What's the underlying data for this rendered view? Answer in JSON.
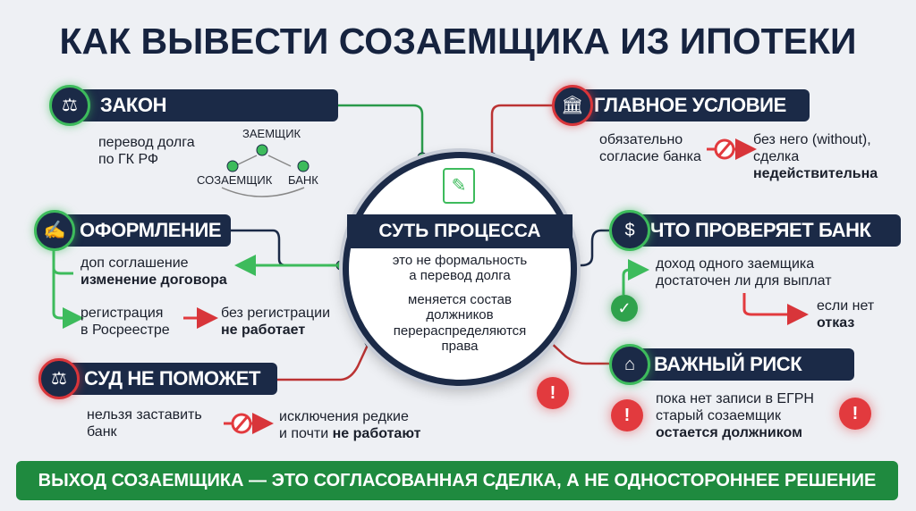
{
  "title": "КАК ВЫВЕСТИ СОЗАЕМЩИКА ИЗ ИПОТЕКИ",
  "colors": {
    "navy": "#1b2a47",
    "green": "#3dbb5c",
    "red": "#d8353a",
    "footer": "#1f8a3f"
  },
  "core": {
    "title": "СУТЬ ПРОЦЕССА",
    "icon": "document-sign-icon",
    "line1": "это не формальность",
    "line2": "а перевод долга",
    "line3": "меняется состав",
    "line4": "должников",
    "line5": "перераспределяются",
    "line6": "права"
  },
  "law": {
    "title": "ЗАКОН",
    "icon": "scales-icon",
    "text1": "перевод долга",
    "text2": "по ГК РФ",
    "node_top": "ЗАЕМЩИК",
    "node_left": "СОЗАЕМЩИК",
    "node_right": "БАНК"
  },
  "main": {
    "title": "ГЛАВНОЕ УСЛОВИЕ",
    "icon": "bank-icon",
    "text1": "обязательно",
    "text2": "согласие банка",
    "res1": "без него (without),",
    "res2": "сделка",
    "res3": "недействительна"
  },
  "form": {
    "title": "ОФОРМЛЕНИЕ",
    "icon": "signature-icon",
    "a1": "доп соглашение",
    "a2": "изменение договора",
    "b1": "регистрация",
    "b2": "в Росреестре",
    "c1": "без регистрации",
    "c2": "не работает"
  },
  "check": {
    "title": "ЧТО ПРОВЕРЯЕТ БАНК",
    "icon": "money-icon",
    "t1": "доход одного заемщика",
    "t2": "достаточен ли для выплат",
    "n1": "если нет",
    "n2": "отказ"
  },
  "court": {
    "title": "СУД НЕ ПОМОЖЕТ",
    "icon": "scales-icon",
    "t1": "нельзя заставить",
    "t2": "банк",
    "r1": "исключения редкие",
    "r2": "и почти ",
    "r3": "не работают"
  },
  "risk": {
    "title": "ВАЖНЫЙ РИСК",
    "icon": "house-icon",
    "t1": "пока нет записи в ЕГРН",
    "t2": "старый созаемщик",
    "t3": "остается должником"
  },
  "footer": "ВЫХОД СОЗАЕМЩИКА — ЭТО СОГЛАСОВАННАЯ СДЕЛКА, А НЕ ОДНОСТОРОННЕЕ РЕШЕНИЕ"
}
